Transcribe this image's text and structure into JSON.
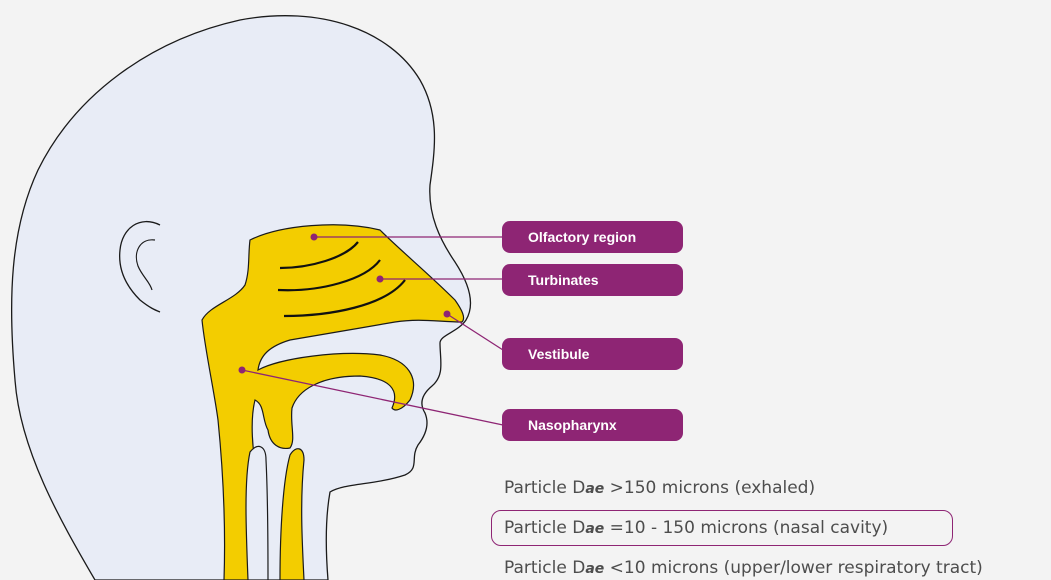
{
  "colors": {
    "background": "#f3f3f3",
    "head_fill": "#e8ecf6",
    "outline": "#1a1a1a",
    "airway_fill": "#f3cd00",
    "accent": "#8e2574",
    "legend_text": "#4d4d4d"
  },
  "labels": [
    {
      "id": "olfactory",
      "text": "Olfactory region"
    },
    {
      "id": "turbinates",
      "text": "Turbinates"
    },
    {
      "id": "vestibule",
      "text": "Vestibule"
    },
    {
      "id": "nasopharynx",
      "text": "Nasopharynx"
    }
  ],
  "legend": [
    {
      "prefix": "Particle D",
      "sub": "ae",
      "suffix": " >150 microns (exhaled)",
      "highlighted": false
    },
    {
      "prefix": "Particle D",
      "sub": "ae",
      "suffix": " =10 - 150 microns (nasal cavity)",
      "highlighted": true
    },
    {
      "prefix": "Particle D",
      "sub": "ae",
      "suffix": " <10 microns (upper/lower respiratory tract)",
      "highlighted": false
    }
  ]
}
